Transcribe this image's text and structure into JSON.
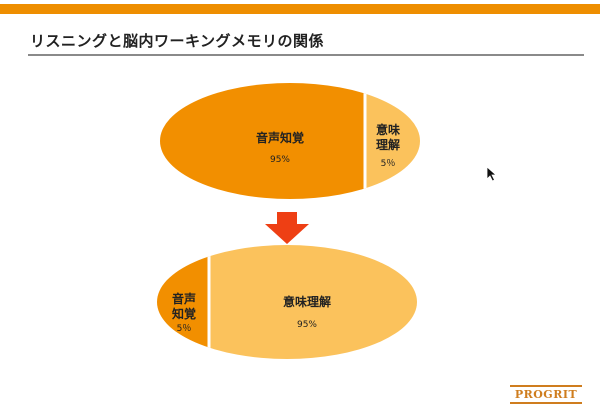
{
  "slide": {
    "title": "リスニングと脳内ワーキングメモリの関係"
  },
  "diagram_top": {
    "main": {
      "name": "音声知覚",
      "pct": "95%"
    },
    "side": {
      "name_line1": "意味",
      "name_line2": "理解",
      "pct": "5％"
    }
  },
  "diagram_bottom": {
    "side": {
      "name_line1": "音声",
      "name_line2": "知覚",
      "pct": "5％"
    },
    "main": {
      "name": "意味理解",
      "pct": "95%"
    }
  },
  "logo": {
    "text": "PROGRIT"
  },
  "colors": {
    "accent": "#ee8e00",
    "dark_orange": "#f28f00",
    "light_orange": "#fbc25c",
    "arrow": "#ee3f14",
    "divider": "#ffffff"
  },
  "icons": {
    "arrow": "down-arrow-icon",
    "cursor": "mouse-pointer-icon"
  }
}
